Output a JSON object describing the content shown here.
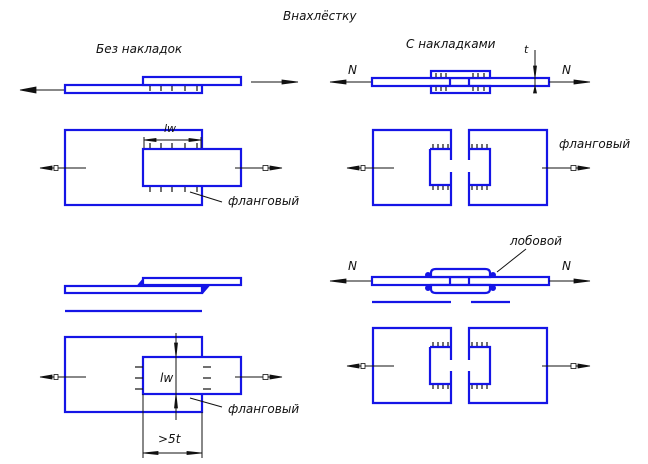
{
  "title": "Внахлёстку",
  "left_column": {
    "heading": "Без накладок",
    "top_view_dimension_label": "lw",
    "weld_label_1": "фланговый",
    "bottom_view_dimension_label": "lw",
    "bottom_weld_label": "фланговый",
    "overlap_dimension_label": ">5t"
  },
  "right_column": {
    "heading": "С накладками",
    "force_label_left": "N",
    "force_label_right": "N",
    "thickness_label": "t",
    "weld_label_flank": "фланговый",
    "weld_label_frontal": "лобовой",
    "force_label_left_2": "N",
    "force_label_right_2": "N"
  },
  "colors": {
    "plate_outline": "#1515e6",
    "dimension_lines": "#111111",
    "background": "#ffffff"
  }
}
